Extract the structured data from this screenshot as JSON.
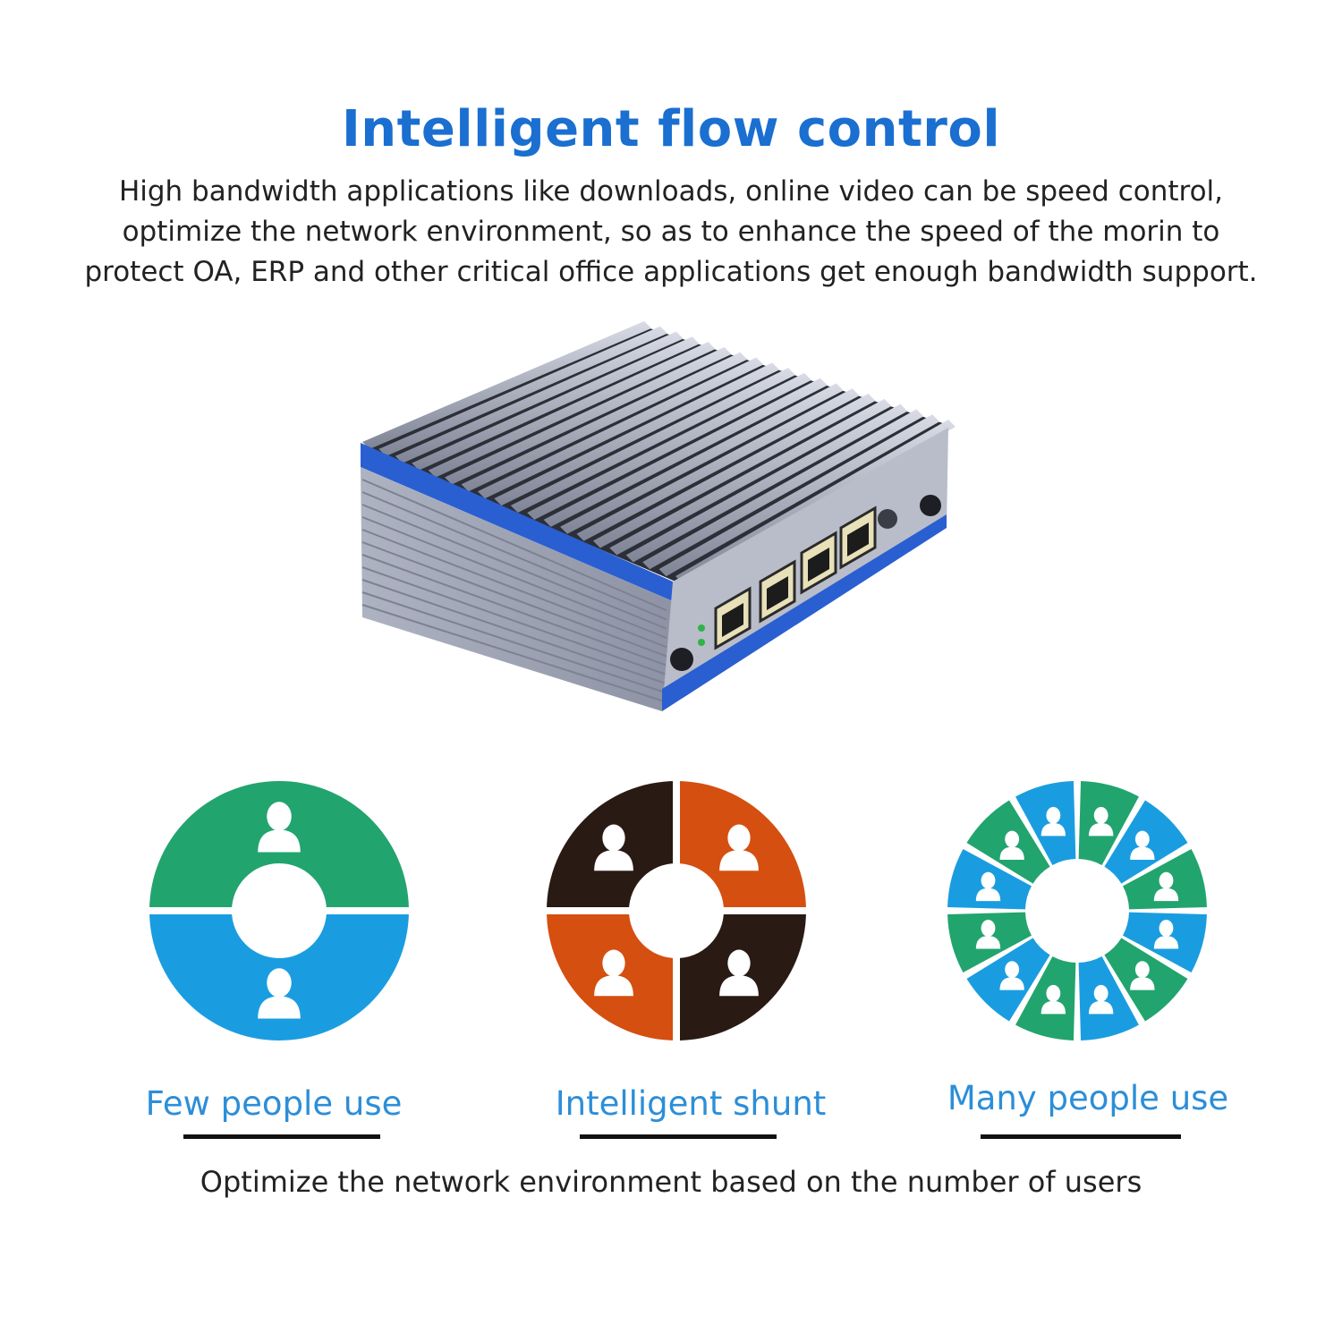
{
  "header": {
    "title": "Intelligent flow control",
    "description_lines": [
      "High bandwidth applications like downloads, online video can be speed control,",
      "optimize the network environment, so as to enhance the speed of the morin to",
      "protect OA, ERP and other critical office applications get enough bandwidth support."
    ]
  },
  "product": {
    "image": "fanless-mini-pc-4-lan-ports",
    "body_color": "#9fa4b4",
    "accent_color": "#2a5fd1"
  },
  "modes": [
    {
      "label": "Few people use",
      "icon": "two-segment-user-ring-icon",
      "colors": [
        "#22a46e",
        "#1a9de0"
      ]
    },
    {
      "label": "Intelligent shunt",
      "icon": "four-segment-user-ring-icon",
      "colors": [
        "#2a1a14",
        "#d44f10"
      ]
    },
    {
      "label": "Many people use",
      "icon": "twelve-segment-user-ring-icon",
      "colors": [
        "#22a46e",
        "#1a9de0"
      ]
    }
  ],
  "footer": {
    "caption": "Optimize the network environment based on the number of users"
  }
}
